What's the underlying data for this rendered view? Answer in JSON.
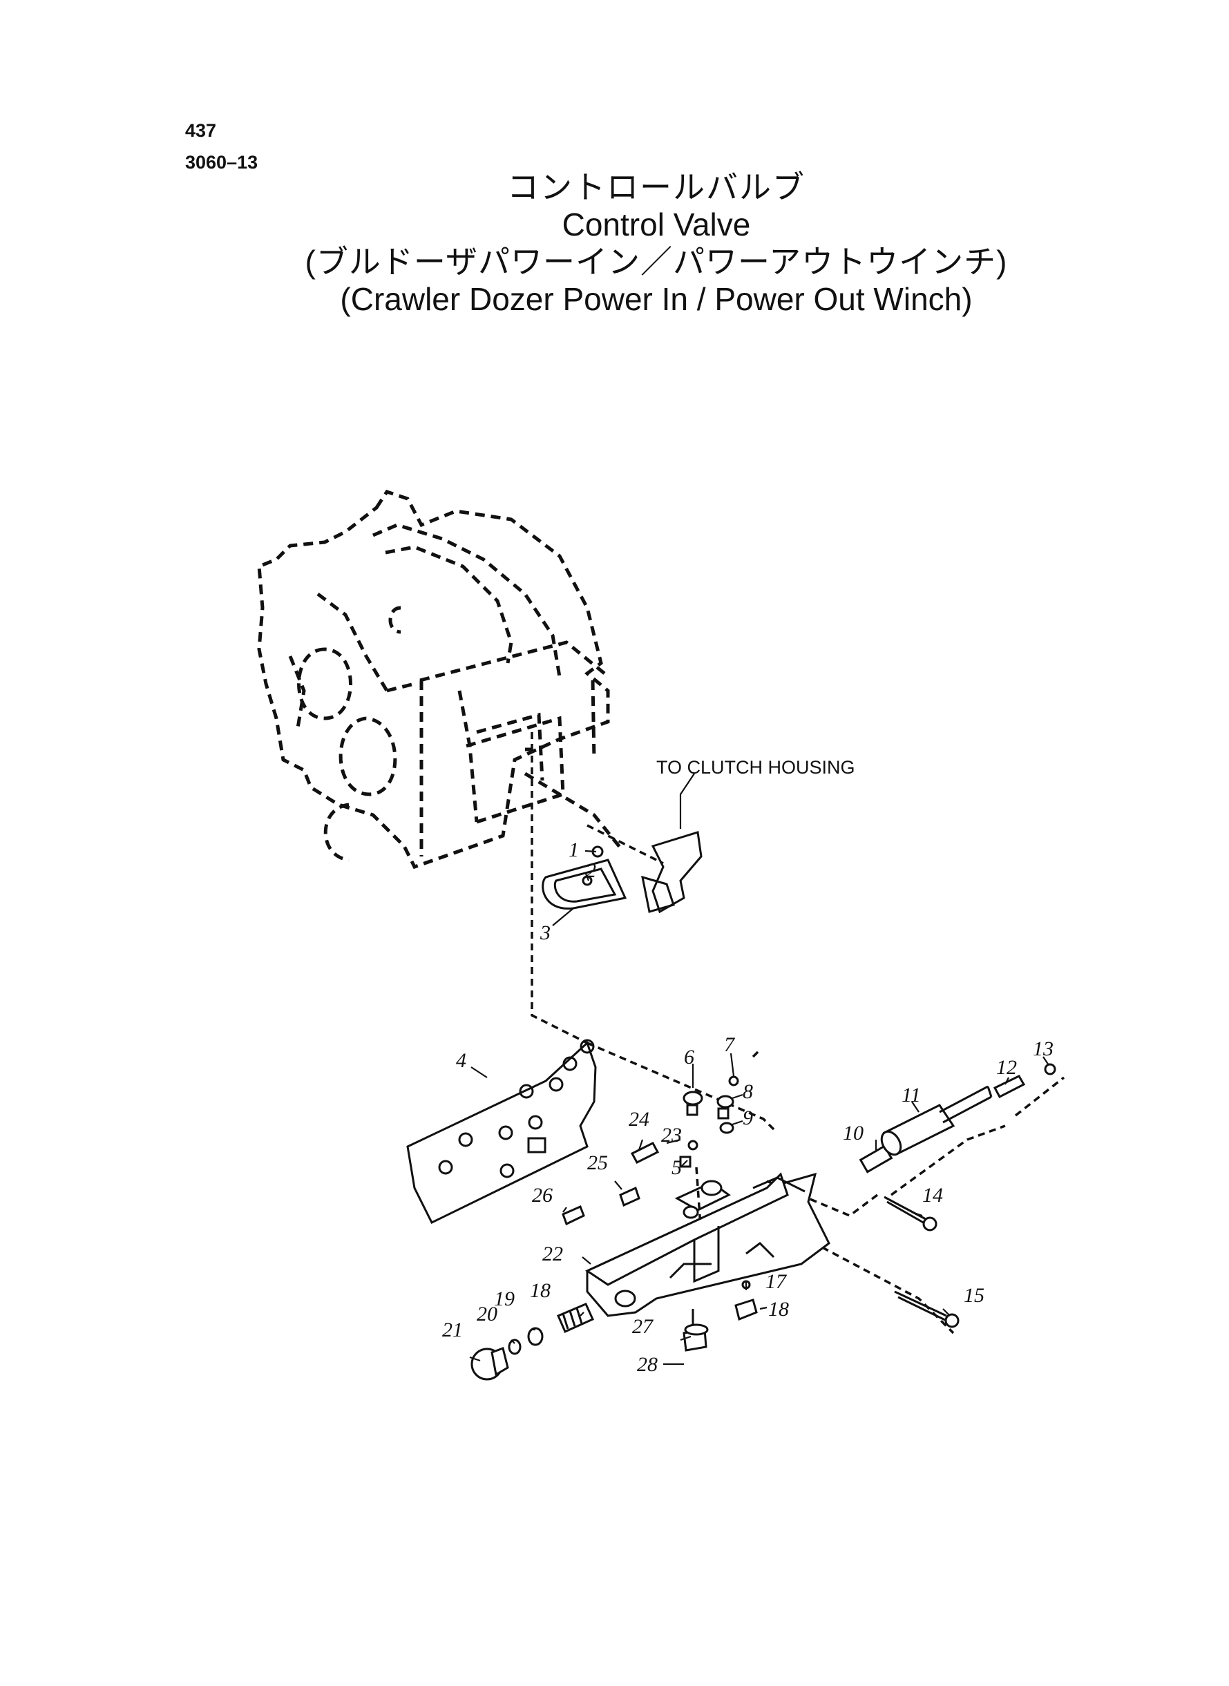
{
  "header": {
    "page_number": "437",
    "figure_number": "3060–13"
  },
  "title": {
    "japanese": "コントロールバルブ",
    "english": "Control Valve"
  },
  "subtitle": {
    "japanese": "(ブルドーザパワーイン／パワーアウトウインチ)",
    "english": "(Crawler Dozer Power In / Power Out Winch)"
  },
  "diagram": {
    "note": "TO CLUTCH HOUSING",
    "callouts": [
      "1",
      "2",
      "3",
      "4",
      "5",
      "6",
      "7",
      "8",
      "9",
      "10",
      "11",
      "12",
      "13",
      "14",
      "15",
      "17",
      "18",
      "18",
      "19",
      "20",
      "21",
      "22",
      "23",
      "24",
      "25",
      "26",
      "27",
      "28"
    ]
  }
}
